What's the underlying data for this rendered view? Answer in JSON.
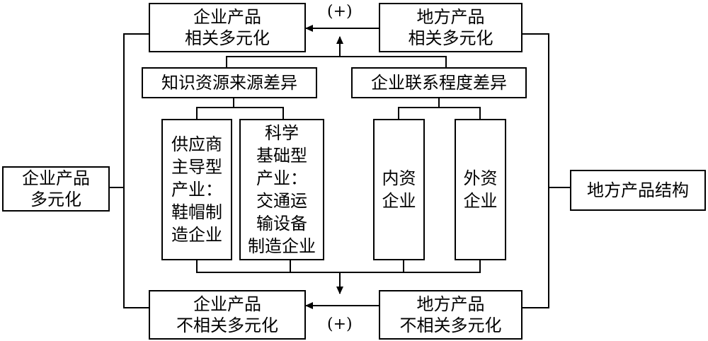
{
  "top_left": {
    "line1": "企业产品",
    "line2": "相关多元化"
  },
  "top_right": {
    "line1": "地方产品",
    "line2": "相关多元化"
  },
  "bottom_left": {
    "line1": "企业产品",
    "line2": "不相关多元化"
  },
  "bottom_right": {
    "line1": "地方产品",
    "line2": "不相关多元化"
  },
  "left_side": {
    "line1": "企业产品",
    "line2": "多元化"
  },
  "right_side": {
    "label": "地方产品结构"
  },
  "knowledge": {
    "label": "知识资源来源差异"
  },
  "linkage": {
    "label": "企业联系程度差异"
  },
  "supplier": {
    "lines": [
      "供应商",
      "主导型",
      "产业：",
      "鞋帽制",
      "造企业"
    ]
  },
  "science": {
    "lines": [
      "科学",
      "基础型",
      "产业：",
      "交通运",
      "输设备",
      "制造企业"
    ]
  },
  "domestic": {
    "lines": [
      "内资",
      "企业"
    ]
  },
  "foreign": {
    "lines": [
      "外资",
      "企业"
    ]
  },
  "plus_top": "(+)",
  "plus_bottom": "(+)"
}
